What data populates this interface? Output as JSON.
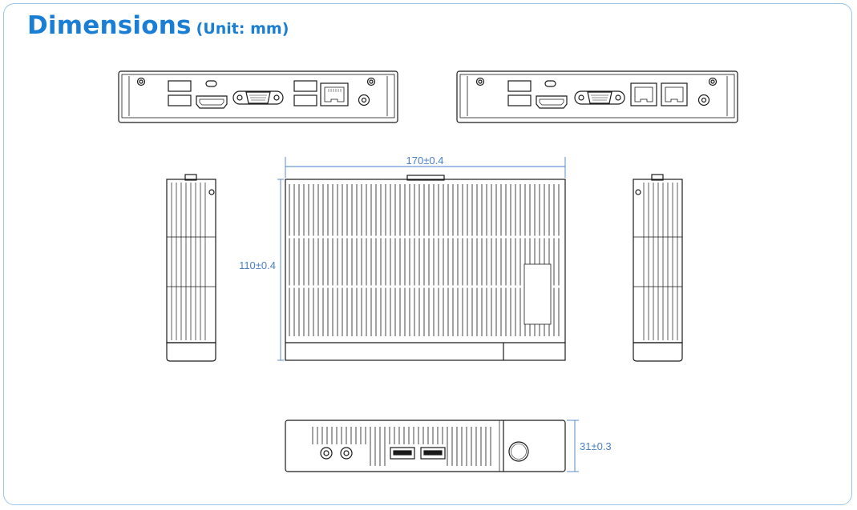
{
  "title": {
    "main": "Dimensions",
    "unit": "(Unit: mm)"
  },
  "dimensions": {
    "width": "170±0.4",
    "depth": "110±0.4",
    "height": "31±0.3"
  },
  "colors": {
    "title": "#1a7fd4",
    "frame_border": "#9bc4e8",
    "dimension_line": "#4a7fc8",
    "drawing_stroke": "#1a1a1a"
  },
  "views": [
    "rear-view-single-lan",
    "rear-view-dual-lan",
    "left-side-view",
    "top-view",
    "right-side-view",
    "front-view"
  ]
}
